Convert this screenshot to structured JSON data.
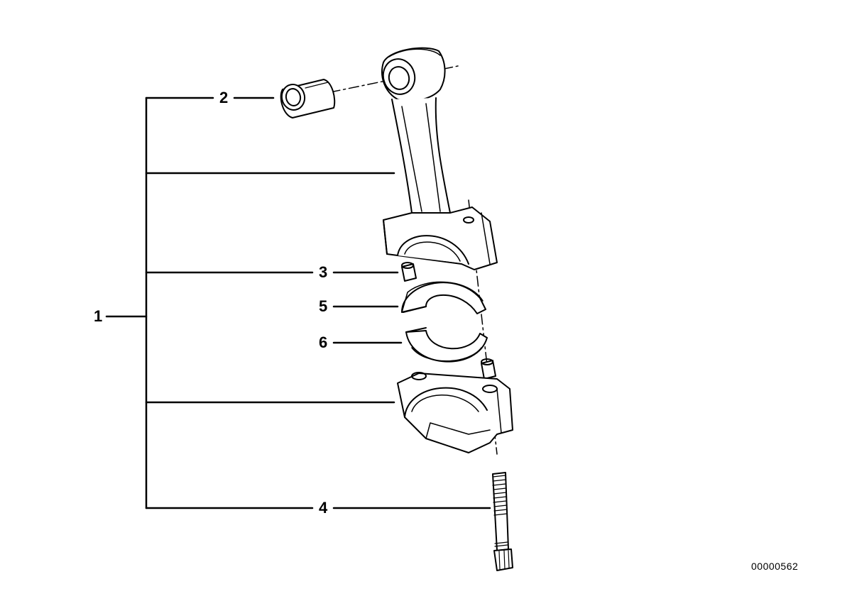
{
  "callouts": {
    "c1": "1",
    "c2": "2",
    "c3": "3",
    "c4": "4",
    "c5": "5",
    "c6": "6"
  },
  "diagram_id": "00000562",
  "parts": [
    {
      "ref": "1",
      "name": "connecting-rod-assembly"
    },
    {
      "ref": "2",
      "name": "small-end-bushing"
    },
    {
      "ref": "3",
      "name": "dowel-sleeve"
    },
    {
      "ref": "4",
      "name": "connecting-rod-bolt"
    },
    {
      "ref": "5",
      "name": "upper-bearing-shell"
    },
    {
      "ref": "6",
      "name": "lower-bearing-shell"
    }
  ]
}
